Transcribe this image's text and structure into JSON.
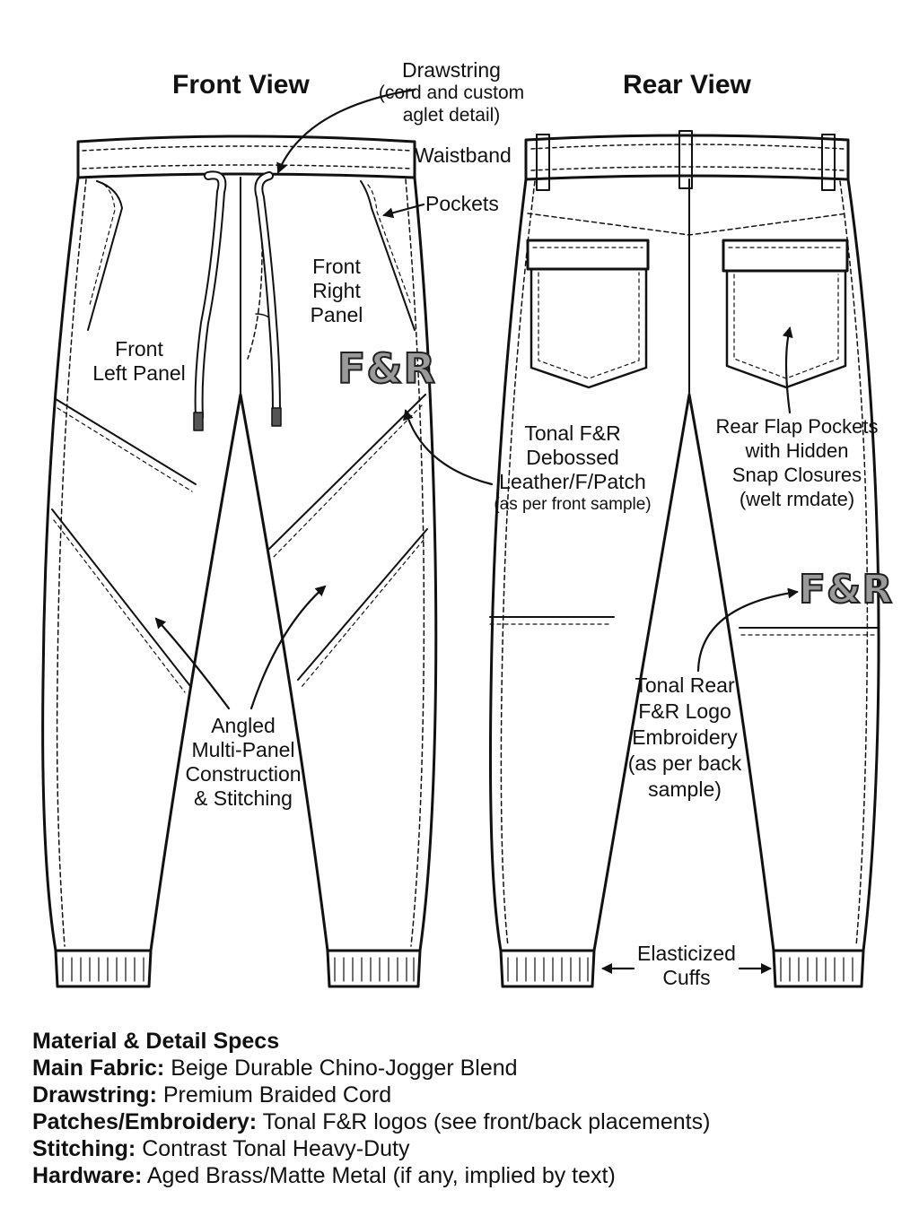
{
  "front_view_title": "Front View",
  "rear_view_title": "Rear View",
  "callouts": {
    "drawstring": [
      "Drawstring",
      "(cord and custom",
      "aglet detail)"
    ],
    "waistband": "Waistband",
    "pockets": "Pockets",
    "front_right_panel": [
      "Front",
      "Right",
      "Panel"
    ],
    "front_left_panel": [
      "Front",
      "Left Panel"
    ],
    "tonal_patch": [
      "Tonal F&R",
      "Debossed",
      "Leather/F/Patch"
    ],
    "tonal_patch_note": "(as per front sample)",
    "rear_flap_pockets": [
      "Rear Flap Pockets",
      "with Hidden",
      "Snap Closures",
      "(welt rmdate)"
    ],
    "angled_panel": [
      "Angled",
      "Multi-Panel",
      "Construction",
      "& Stitching"
    ],
    "rear_logo": [
      "Tonal Rear",
      "F&R Logo",
      "Embroidery",
      "(as per back",
      "sample)"
    ],
    "cuffs": [
      "Elasticized",
      "Cuffs"
    ]
  },
  "logos": {
    "front": "F&R",
    "rear": "F&R"
  },
  "specs": {
    "heading": "Material & Detail Specs",
    "rows": [
      {
        "label": "Main Fabric:",
        "value": " Beige Durable Chino-Jogger Blend"
      },
      {
        "label": "Drawstring:",
        "value": " Premium Braided Cord"
      },
      {
        "label": "Patches/Embroidery:",
        "value": " Tonal F&R logos (see front/back placements)"
      },
      {
        "label": "Stitching:",
        "value": " Contrast Tonal Heavy-Duty"
      },
      {
        "label": "Hardware:",
        "value": " Aged Brass/Matte Metal (if any, implied by text)"
      }
    ]
  }
}
